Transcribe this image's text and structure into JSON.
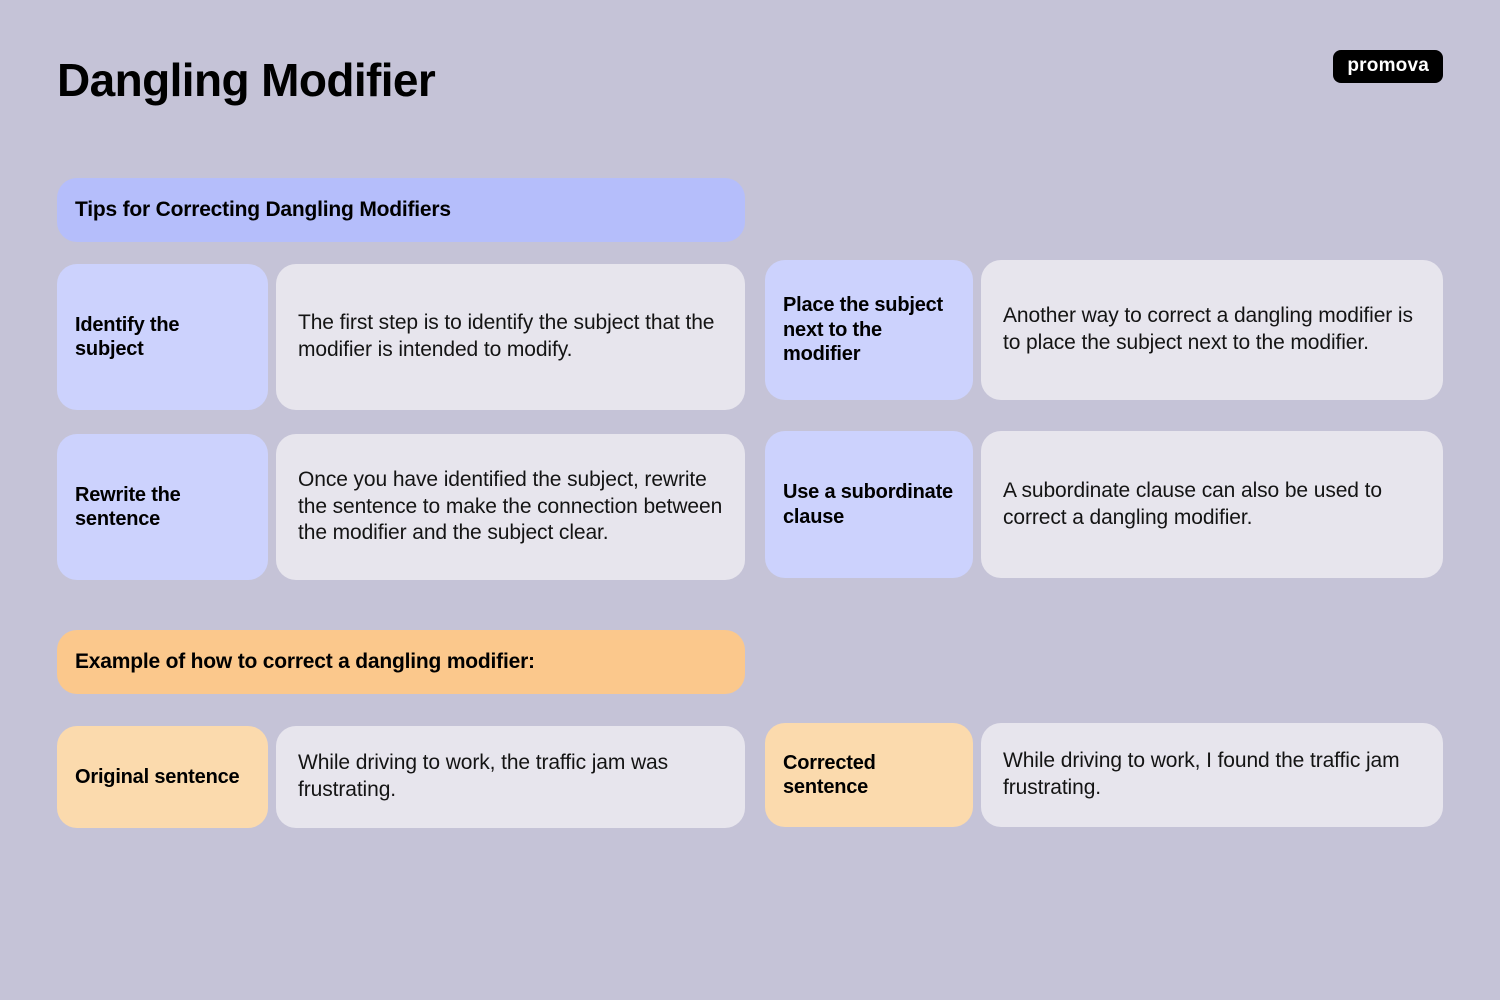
{
  "header": {
    "title": "Dangling Modifier",
    "logo": "promova"
  },
  "colors": {
    "background": "#c5c3d7",
    "banner_blue": "#b5befb",
    "label_blue": "#ccd2fd",
    "banner_orange": "#fbc88c",
    "label_orange": "#fbdaad",
    "description_card": "#e7e5ed",
    "text": "#000000"
  },
  "tips_section": {
    "banner": "Tips for Correcting Dangling Modifiers",
    "items": [
      {
        "label": "Identify the subject",
        "description": "The first step is to identify the subject that the modifier is intended to modify."
      },
      {
        "label": "Place the subject next to the modifier",
        "description": "Another way to correct a dangling modifier is to place the subject next to the modifier."
      },
      {
        "label": "Rewrite the sentence",
        "description": "Once you have identified the subject, rewrite the sentence to make the connection between the modifier and the subject clear."
      },
      {
        "label": "Use a subordinate clause",
        "description": "A subordinate clause can also be used to correct a dangling modifier."
      }
    ]
  },
  "example_section": {
    "banner": "Example of how to correct a dangling modifier:",
    "items": [
      {
        "label": "Original sentence",
        "description": "While driving to work, the traffic jam was frustrating."
      },
      {
        "label": "Corrected sentence",
        "description": "While driving to work, I found the traffic jam frustrating."
      }
    ]
  }
}
